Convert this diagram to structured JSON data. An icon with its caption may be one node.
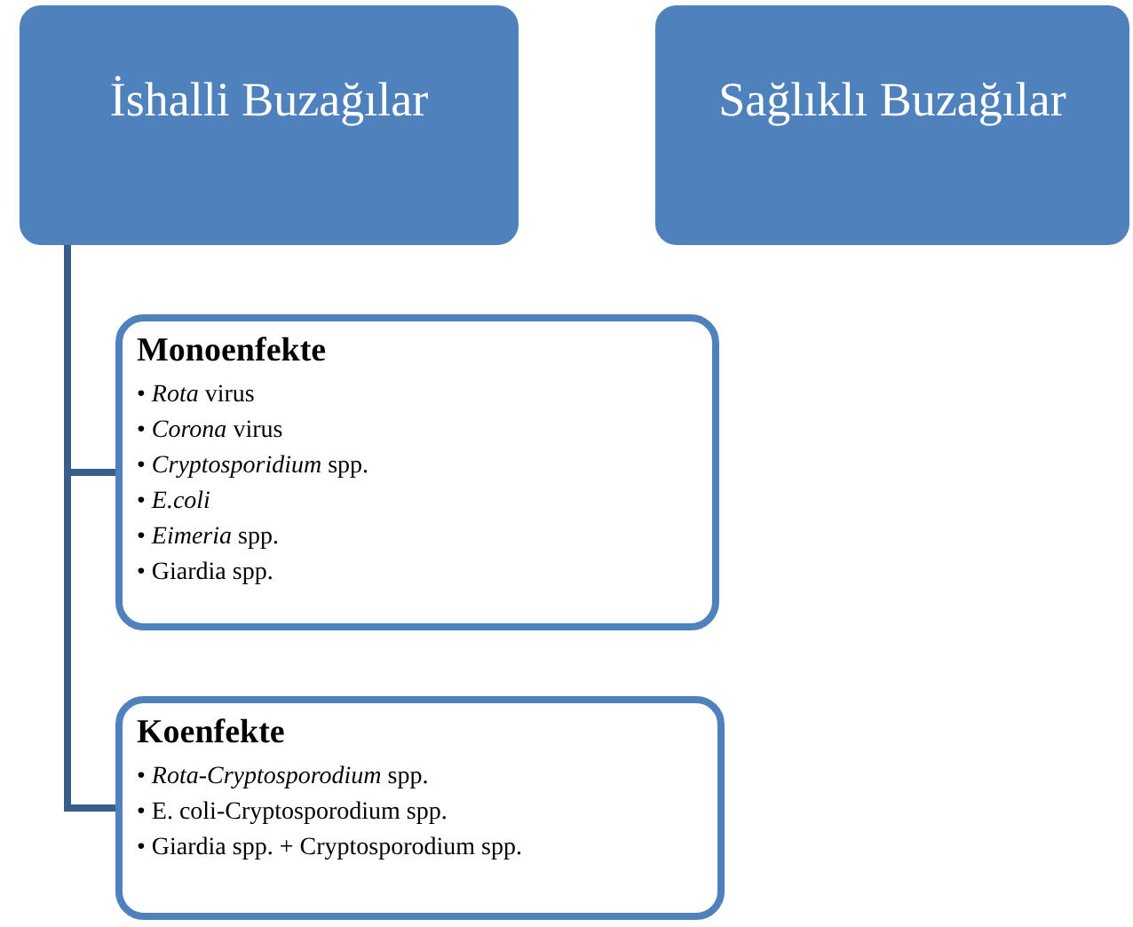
{
  "diagram": {
    "nodes": [
      {
        "text": [
          "İshalli Buzağılar"
        ]
      },
      {
        "text": [
          "Sağlıklı Buzağılar"
        ]
      },
      {
        "text": [
          "Monoenfekte",
          "• *Rota* virus",
          "• *Corona* virus",
          "• *Cryptosporidium* spp.",
          "• *E.coli*",
          "• *Eimeria* spp.",
          "• Giardia spp."
        ]
      },
      {
        "text": [
          "Koenfekte",
          "• *Rota-Cryptosporodium* spp.",
          "• E. coli-Cryptosporodium spp.",
          "• Giardia spp. + Cryptosporodium spp."
        ]
      }
    ],
    "edges": [
      {
        "from": 0,
        "to": 2,
        "arrow": "none"
      },
      {
        "from": 0,
        "to": 3,
        "arrow": "none"
      }
    ]
  }
}
